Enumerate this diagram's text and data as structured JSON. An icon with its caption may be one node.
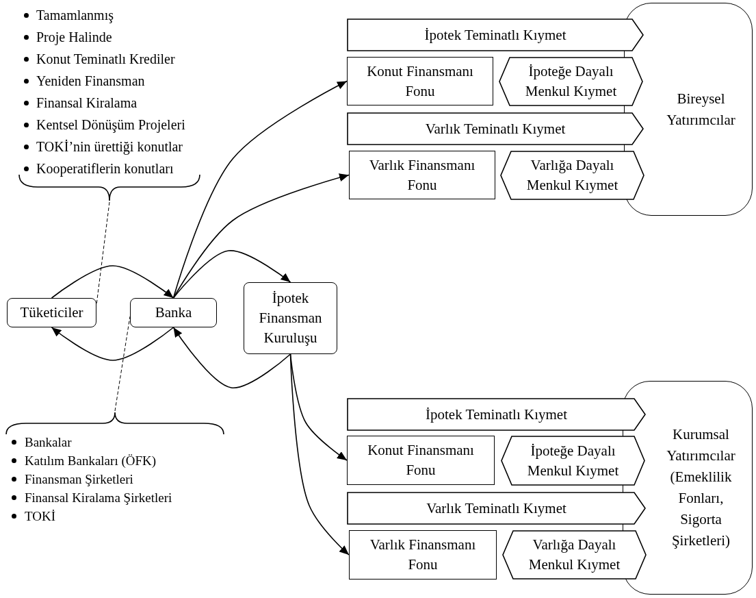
{
  "diagram": {
    "nodes": [
      {
        "text": [
          "Tamamlanmış",
          "Proje Halinde",
          "Konut Teminatlı Krediler",
          "Yeniden Finansman",
          "Finansal Kiralama",
          "Kentsel Dönüşüm Projeleri",
          "TOKİ’nin ürettiği konutlar",
          "Kooperatiflerin konutları"
        ]
      },
      {
        "text": [
          "Bankalar",
          "Katılım Bankaları (ÖFK)",
          "Finansman Şirketleri",
          "Finansal Kiralama Şirketleri",
          "TOKİ"
        ]
      },
      {
        "text": [
          "Tüketiciler"
        ]
      },
      {
        "text": [
          "Banka"
        ]
      },
      {
        "text": [
          "İpotek Finansman Kuruluşu"
        ]
      },
      {
        "text": [
          "Bireysel Yatırımcılar"
        ]
      },
      {
        "text": [
          "İpotek Teminatlı Kıymet"
        ]
      },
      {
        "text": [
          "Konut Finansmanı Fonu"
        ]
      },
      {
        "text": [
          "İpoteğe Dayalı Menkul Kıymet"
        ]
      },
      {
        "text": [
          "Varlık Teminatlı Kıymet"
        ]
      },
      {
        "text": [
          "Varlık Finansmanı Fonu"
        ]
      },
      {
        "text": [
          "Varlığa Dayalı Menkul Kıymet"
        ]
      },
      {
        "text": [
          "Kurumsal Yatırımcılar (Emeklilik Fonları, Sigorta Şirketleri)"
        ]
      },
      {
        "text": [
          "İpotek Teminatlı Kıymet"
        ]
      },
      {
        "text": [
          "Konut Finansmanı Fonu"
        ]
      },
      {
        "text": [
          "İpoteğe Dayalı Menkul Kıymet"
        ]
      },
      {
        "text": [
          "Varlık Teminatlı Kıymet"
        ]
      },
      {
        "text": [
          "Varlık Finansmanı Fonu"
        ]
      },
      {
        "text": [
          "Varlığa Dayalı Menkul Kıymet"
        ]
      }
    ],
    "edges": [
      {
        "from": 0,
        "to": 2,
        "arrow": "none",
        "style": "dashed"
      },
      {
        "from": 1,
        "to": 3,
        "arrow": "none",
        "style": "dashed"
      },
      {
        "from": 2,
        "to": 3,
        "arrow": "to"
      },
      {
        "from": 3,
        "to": 2,
        "arrow": "to"
      },
      {
        "from": 3,
        "to": 7,
        "arrow": "to"
      },
      {
        "from": 3,
        "to": 10,
        "arrow": "to"
      },
      {
        "from": 3,
        "to": 4,
        "arrow": "to"
      },
      {
        "from": 4,
        "to": 3,
        "arrow": "to"
      },
      {
        "from": 4,
        "to": 14,
        "arrow": "to"
      },
      {
        "from": 4,
        "to": 17,
        "arrow": "to"
      }
    ]
  }
}
